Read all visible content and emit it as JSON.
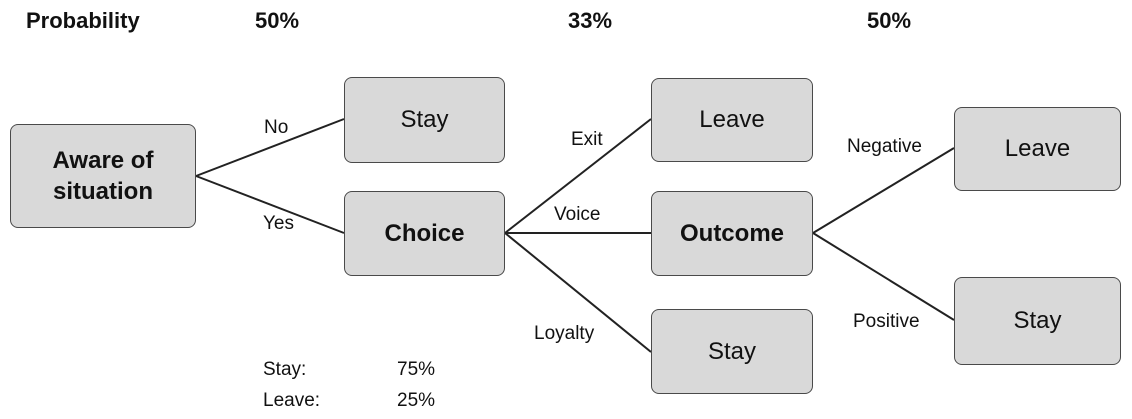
{
  "header": {
    "probability_label": "Probability",
    "p1": "50%",
    "p2": "33%",
    "p3": "50%"
  },
  "nodes": {
    "aware": "Aware of situation",
    "stay1": "Stay",
    "choice": "Choice",
    "leave1": "Leave",
    "outcome": "Outcome",
    "stay2": "Stay",
    "leave2": "Leave",
    "stay3": "Stay"
  },
  "edges": {
    "no": "No",
    "yes": "Yes",
    "exit": "Exit",
    "voice": "Voice",
    "loyalty": "Loyalty",
    "negative": "Negative",
    "positive": "Positive"
  },
  "summary": {
    "stay_label": "Stay:",
    "stay_value": "75%",
    "leave_label": "Leave:",
    "leave_value": "25%"
  }
}
